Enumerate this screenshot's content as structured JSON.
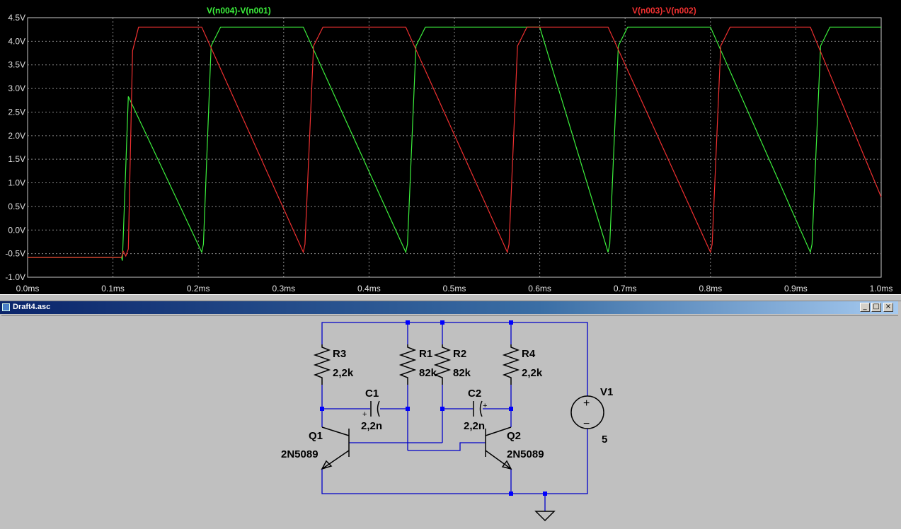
{
  "plot": {
    "trace_labels": [
      "V(n004)-V(n001)",
      "V(n003)-V(n002)"
    ],
    "colors": {
      "background": "#000000",
      "grid": "#8a8a8a",
      "green": "#3cf03c",
      "red": "#f03030"
    },
    "x_ticks": [
      "0.0ms",
      "0.1ms",
      "0.2ms",
      "0.3ms",
      "0.4ms",
      "0.5ms",
      "0.6ms",
      "0.7ms",
      "0.8ms",
      "0.9ms",
      "1.0ms"
    ],
    "y_ticks": [
      "4.5V",
      "4.0V",
      "3.5V",
      "3.0V",
      "2.5V",
      "2.0V",
      "1.5V",
      "1.0V",
      "0.5V",
      "0.0V",
      "-0.5V",
      "-1.0V"
    ]
  },
  "chart_data": {
    "type": "line",
    "xlim": [
      0,
      1.0
    ],
    "ylim": [
      -1.0,
      4.5
    ],
    "series": [
      {
        "name": "V(n004)-V(n001)",
        "color": "#3cf03c",
        "x": [
          0,
          0.11,
          0.111,
          0.118,
          0.204,
          0.206,
          0.215,
          0.226,
          0.3,
          0.323,
          0.443,
          0.445,
          0.455,
          0.466,
          0.6,
          0.68,
          0.682,
          0.692,
          0.703,
          0.8,
          0.917,
          0.919,
          0.929,
          0.94,
          1.0
        ],
        "y": [
          -0.58,
          -0.58,
          -0.65,
          2.83,
          -0.47,
          -0.3,
          3.9,
          4.3,
          4.3,
          4.3,
          -0.47,
          -0.3,
          3.9,
          4.3,
          4.3,
          -0.47,
          -0.3,
          3.9,
          4.3,
          4.3,
          -0.47,
          -0.3,
          3.9,
          4.3,
          4.3
        ]
      },
      {
        "name": "V(n003)-V(n002)",
        "color": "#f03030",
        "x": [
          0,
          0.11,
          0.112,
          0.115,
          0.118,
          0.123,
          0.13,
          0.204,
          0.323,
          0.325,
          0.335,
          0.346,
          0.443,
          0.562,
          0.564,
          0.574,
          0.585,
          0.68,
          0.8,
          0.802,
          0.812,
          0.823,
          0.917,
          1.0
        ],
        "y": [
          -0.58,
          -0.58,
          -0.45,
          -0.55,
          -0.4,
          3.8,
          4.3,
          4.3,
          -0.47,
          -0.3,
          3.9,
          4.3,
          4.3,
          -0.47,
          -0.3,
          3.9,
          4.3,
          4.3,
          -0.47,
          -0.3,
          3.9,
          4.3,
          4.3,
          0.7
        ]
      }
    ]
  },
  "schematic": {
    "window_title": "Draft4.asc",
    "buttons": {
      "minimize": "_",
      "maximize": "□",
      "close": "×"
    },
    "components": {
      "R3": {
        "name": "R3",
        "value": "2,2k"
      },
      "R1": {
        "name": "R1",
        "value": "82k"
      },
      "R2": {
        "name": "R2",
        "value": "82k"
      },
      "R4": {
        "name": "R4",
        "value": "2,2k"
      },
      "C1": {
        "name": "C1",
        "value": "2,2n",
        "polarity": "+"
      },
      "C2": {
        "name": "C2",
        "value": "2,2n",
        "polarity": "+"
      },
      "Q1": {
        "name": "Q1",
        "value": "2N5089"
      },
      "Q2": {
        "name": "Q2",
        "value": "2N5089"
      },
      "V1": {
        "name": "V1",
        "value": "5",
        "plus": "+",
        "minus": "−"
      }
    }
  }
}
